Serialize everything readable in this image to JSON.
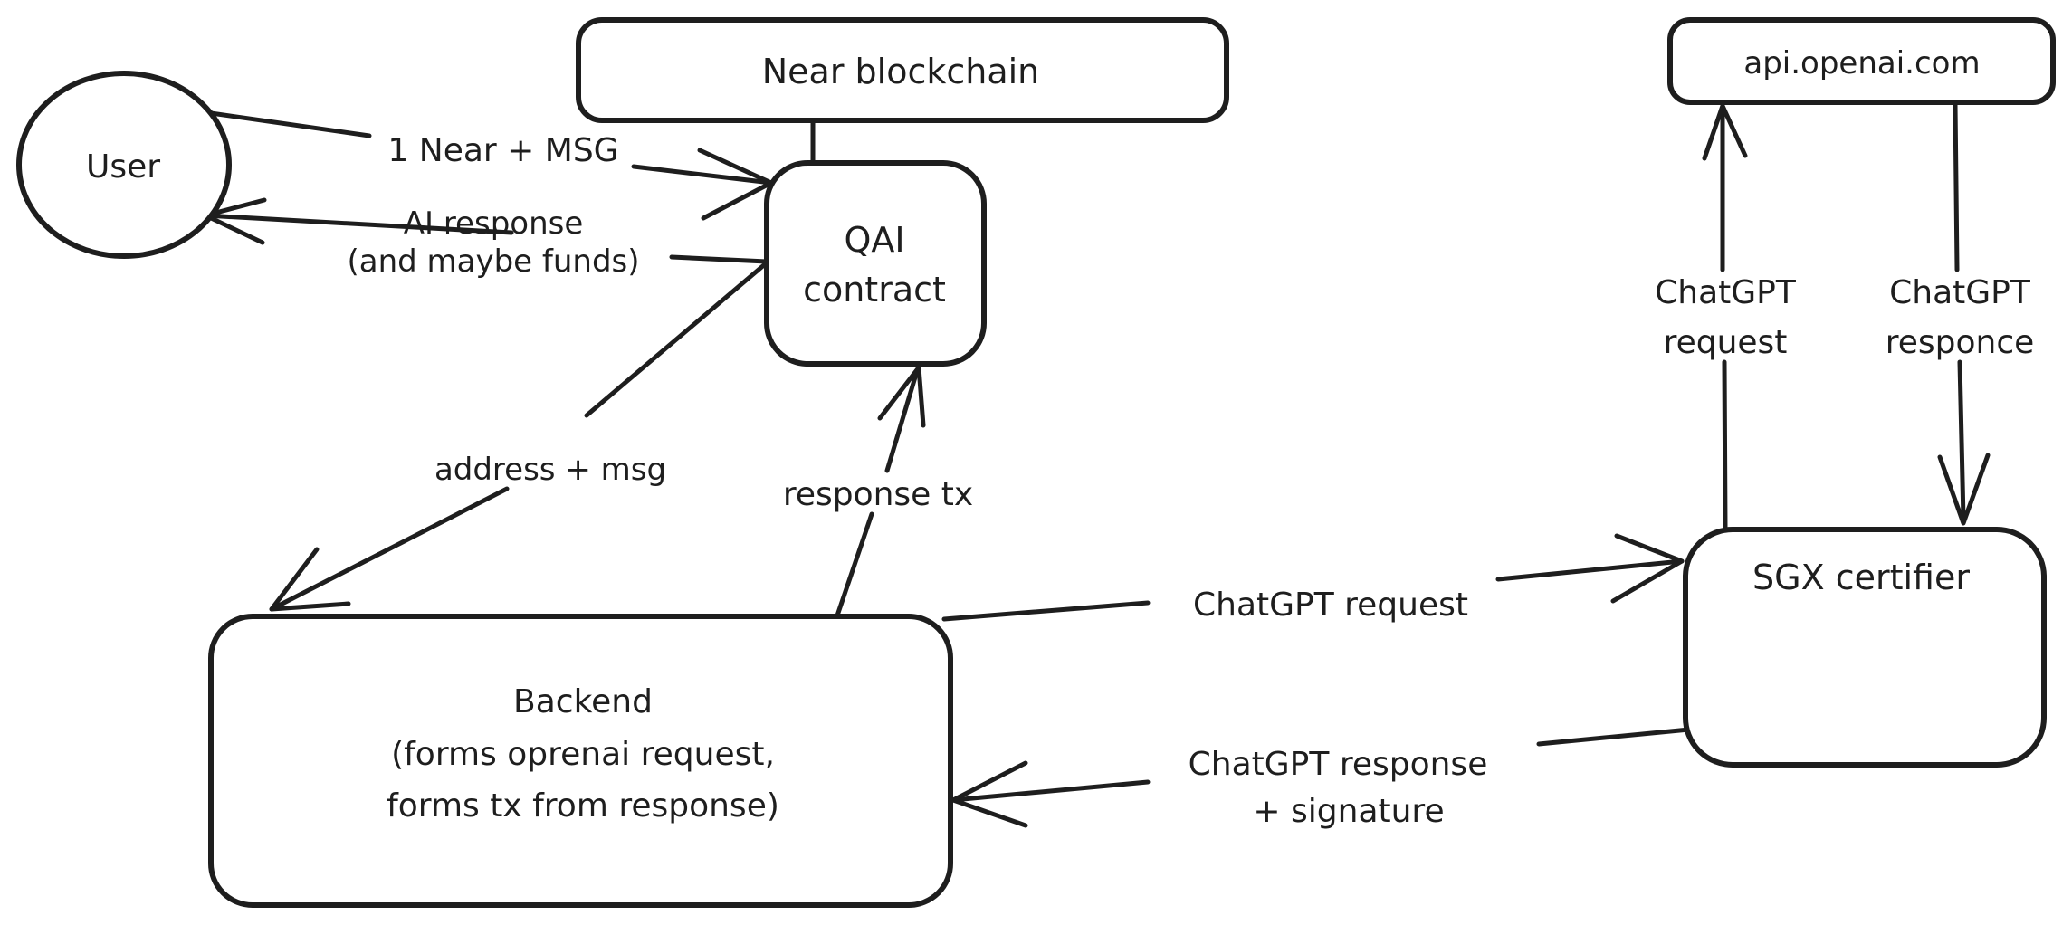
{
  "diagram": {
    "background_color": "#ffffff",
    "stroke_color": "#1e1e1e",
    "nodes": {
      "user": {
        "label": "User",
        "shape": "ellipse"
      },
      "near_blockchain": {
        "label": "Near blockchain",
        "shape": "rounded-rect"
      },
      "qai_contract": {
        "lines": [
          "QAI",
          "contract"
        ],
        "shape": "rounded-rect"
      },
      "backend": {
        "lines": [
          "Backend",
          "(forms oprenai request,",
          "forms tx from response)"
        ],
        "shape": "rounded-rect"
      },
      "sgx_certifier": {
        "label": "SGX certifier",
        "shape": "rounded-rect"
      },
      "api_openai": {
        "label": "api.openai.com",
        "shape": "rounded-rect"
      }
    },
    "edges": {
      "near_to_qai": {
        "from": "near_blockchain",
        "to": "qai_contract",
        "arrow": "none",
        "label": ""
      },
      "user_to_qai": {
        "from": "user",
        "to": "qai_contract",
        "arrow": "to",
        "label": "1 Near + MSG"
      },
      "qai_to_user": {
        "from": "qai_contract",
        "to": "user",
        "arrow": "to",
        "lines": [
          "AI response",
          "(and maybe funds)"
        ]
      },
      "qai_to_backend": {
        "from": "qai_contract",
        "to": "backend",
        "arrow": "to",
        "label": "address + msg"
      },
      "backend_to_qai": {
        "from": "backend",
        "to": "qai_contract",
        "arrow": "to",
        "label": "response tx"
      },
      "backend_to_sgx": {
        "from": "backend",
        "to": "sgx_certifier",
        "arrow": "to",
        "label": "ChatGPT request"
      },
      "sgx_to_backend": {
        "from": "sgx_certifier",
        "to": "backend",
        "arrow": "to",
        "lines": [
          "ChatGPT response",
          "+ signature"
        ]
      },
      "sgx_to_api": {
        "from": "sgx_certifier",
        "to": "api_openai",
        "arrow": "to",
        "lines": [
          "ChatGPT",
          "request"
        ]
      },
      "api_to_sgx": {
        "from": "api_openai",
        "to": "sgx_certifier",
        "arrow": "to",
        "lines": [
          "ChatGPT",
          "responce"
        ]
      }
    }
  }
}
